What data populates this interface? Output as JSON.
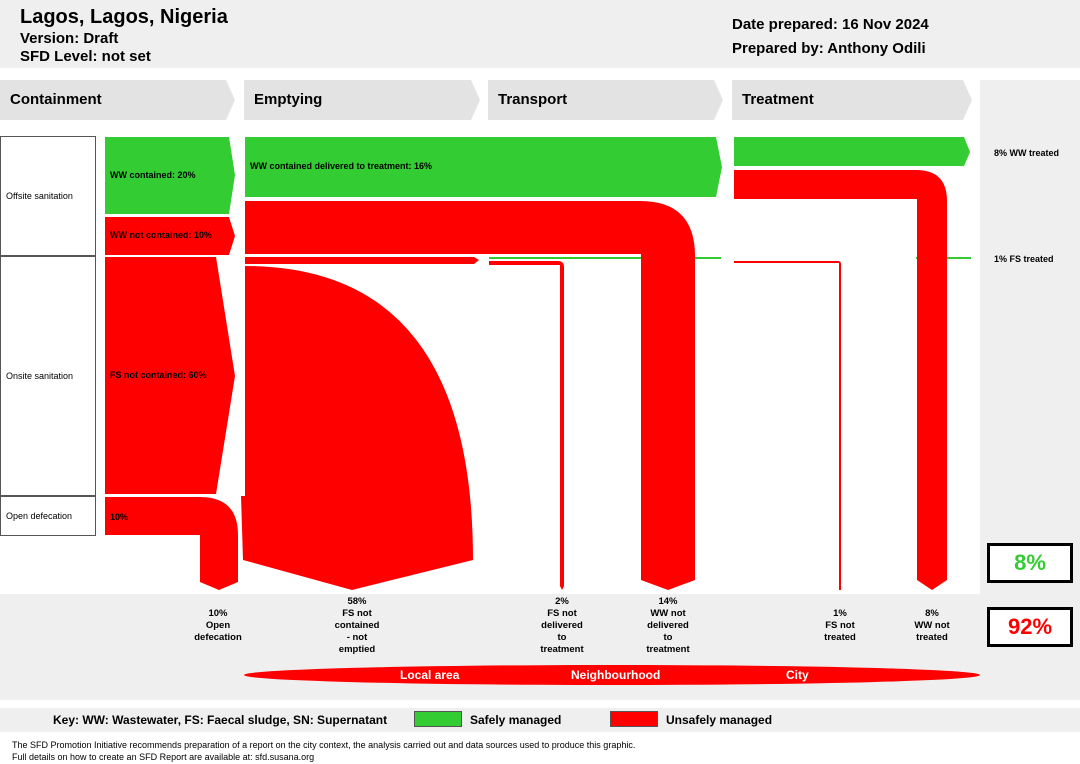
{
  "header": {
    "city": "Lagos, Lagos, Nigeria",
    "version": "Version: Draft",
    "sfd_level": "SFD Level: not set",
    "date_prepared": "Date prepared: 16 Nov 2024",
    "prepared_by": "Prepared by: Anthony Odili"
  },
  "stages": [
    "Containment",
    "Emptying",
    "Transport",
    "Treatment"
  ],
  "rows": {
    "offsite": "Offsite sanitation",
    "onsite": "Onsite sanitation",
    "open": "Open defecation"
  },
  "flows": {
    "ww_contained": "WW contained: 20%",
    "ww_not_contained": "WW not contained: 10%",
    "fs_not_contained": "FS not contained: 60%",
    "open_def": "10%",
    "ww_delivered": "WW contained delivered to treatment: 16%",
    "ww_treated": "8% WW treated",
    "fs_treated": "1% FS treated"
  },
  "outcomes": [
    {
      "pct": "10%",
      "label": "Open defecation"
    },
    {
      "pct": "58%",
      "label": "FS not contained - not emptied"
    },
    {
      "pct": "2%",
      "label": "FS not delivered to treatment"
    },
    {
      "pct": "14%",
      "label": "WW not delivered to treatment"
    },
    {
      "pct": "1%",
      "label": "FS not treated"
    },
    {
      "pct": "8%",
      "label": "WW not treated"
    }
  ],
  "summary": {
    "safe_pct": "8%",
    "unsafe_pct": "92%"
  },
  "areas": [
    "Local area",
    "Neighbourhood",
    "City"
  ],
  "key": {
    "text": "Key: WW: Wastewater, FS: Faecal sludge, SN: Supernatant",
    "safe": "Safely managed",
    "unsafe": "Unsafely managed"
  },
  "colors": {
    "safe": "#33cc33",
    "unsafe": "#ff0000"
  },
  "footer": {
    "line1": "The SFD Promotion Initiative recommends preparation of a report on the city context, the analysis carried out and data sources used to produce this graphic.",
    "line2": "Full details on how to create an SFD Report are available at: sfd.susana.org"
  }
}
